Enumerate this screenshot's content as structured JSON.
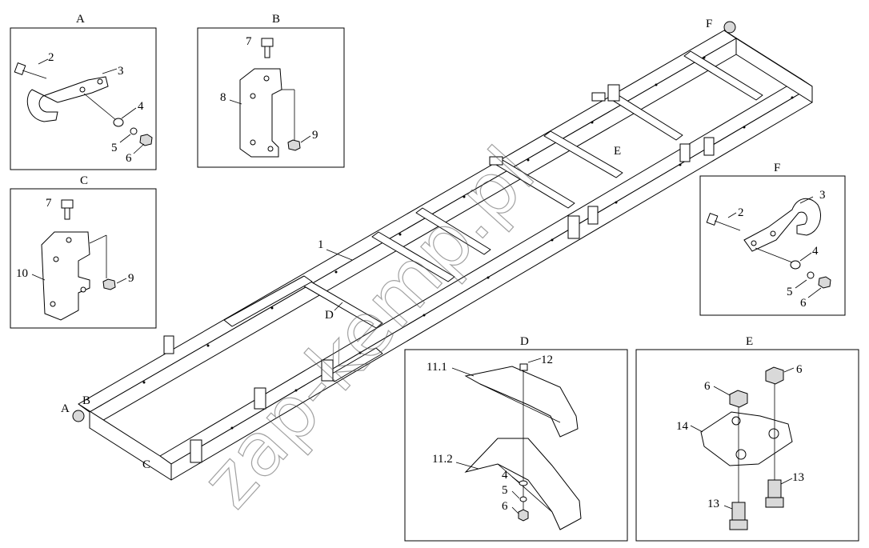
{
  "panels": {
    "A": {
      "title": "A",
      "callouts": [
        "2",
        "3",
        "4",
        "5",
        "6"
      ]
    },
    "B": {
      "title": "B",
      "callouts": [
        "7",
        "8",
        "9"
      ]
    },
    "C": {
      "title": "C",
      "callouts": [
        "7",
        "10",
        "9"
      ]
    },
    "D": {
      "title": "D",
      "callouts": [
        "11.1",
        "12",
        "11.2",
        "4",
        "5",
        "6"
      ]
    },
    "E": {
      "title": "E",
      "callouts": [
        "6",
        "6",
        "14",
        "13",
        "13"
      ]
    },
    "F": {
      "title": "F",
      "callouts": [
        "3",
        "2",
        "4",
        "5",
        "6"
      ]
    }
  },
  "main": {
    "callouts": [
      "1",
      "A",
      "B",
      "C",
      "D",
      "E",
      "F"
    ]
  },
  "watermark": "zap-kemp.pl"
}
